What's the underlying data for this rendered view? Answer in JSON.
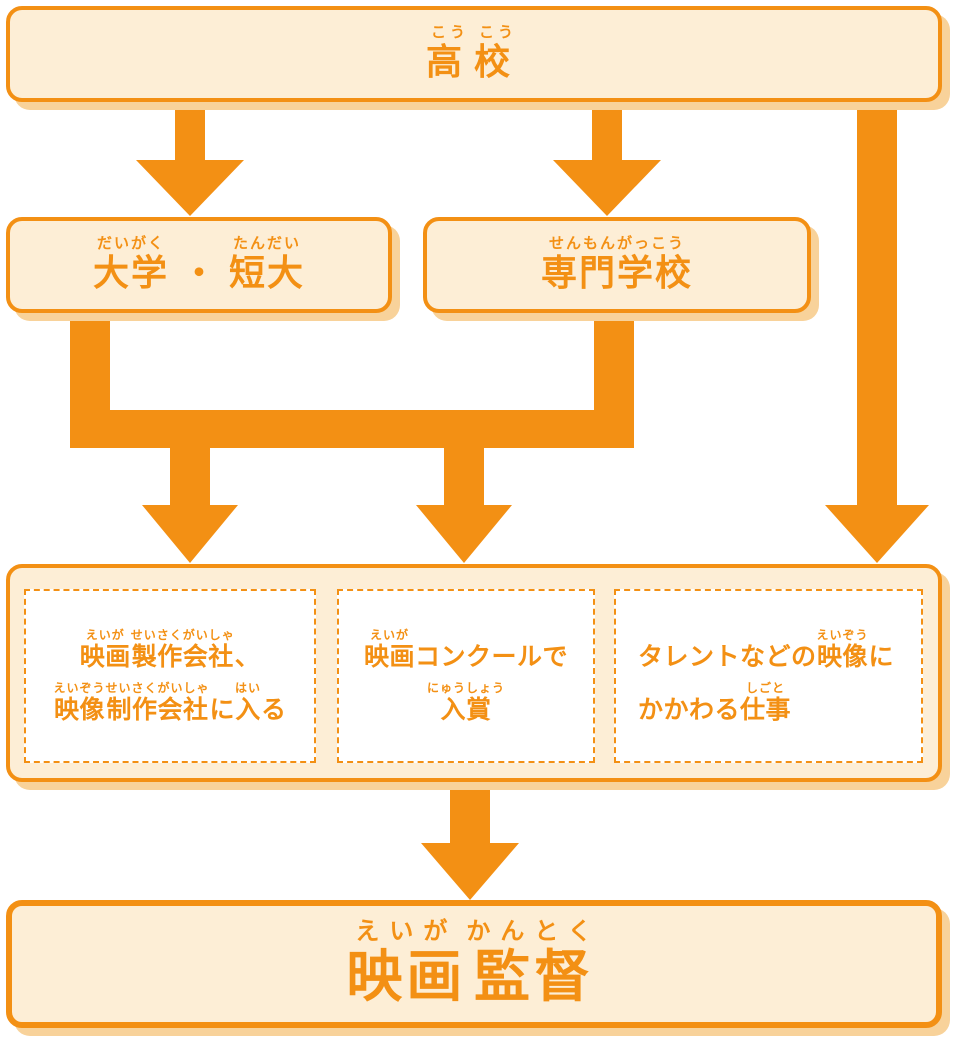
{
  "colors": {
    "accent": "#f39014",
    "box_fill": "#fdeed6",
    "shadow": "#f8d29a",
    "inner_fill": "#ffffff"
  },
  "nodes": {
    "high_school": [
      {
        "base": "高",
        "ruby": "こう"
      },
      {
        "base": "校",
        "ruby": "こう"
      }
    ],
    "university": [
      {
        "base": "大学",
        "ruby": "だいがく"
      },
      {
        "base": "・",
        "ruby": ""
      },
      {
        "base": "短大",
        "ruby": "たんだい"
      }
    ],
    "vocational": [
      {
        "base": "専門学校",
        "ruby": "せんもんがっこう"
      }
    ],
    "director": [
      {
        "base": "映画",
        "ruby": "えいが"
      },
      {
        "base": "監督",
        "ruby": "かんとく"
      }
    ]
  },
  "paths": [
    {
      "id": "company",
      "lines": [
        [
          {
            "base": "映画",
            "ruby": "えいが"
          },
          {
            "base": "製作会社",
            "ruby": "せいさくがいしゃ"
          },
          {
            "base": "、",
            "ruby": ""
          }
        ],
        [
          {
            "base": "映像",
            "ruby": "えいぞう"
          },
          {
            "base": "制作会社",
            "ruby": "せいさくがいしゃ"
          },
          {
            "base": "に",
            "ruby": ""
          },
          {
            "base": "入",
            "ruby": "はい"
          },
          {
            "base": "る",
            "ruby": ""
          }
        ]
      ]
    },
    {
      "id": "contest",
      "lines": [
        [
          {
            "base": "映画",
            "ruby": "えいが"
          },
          {
            "base": "コンクールで",
            "ruby": ""
          }
        ],
        [
          {
            "base": "入賞",
            "ruby": "にゅうしょう"
          }
        ]
      ]
    },
    {
      "id": "talent",
      "lines": [
        [
          {
            "base": "タレントなどの",
            "ruby": ""
          },
          {
            "base": "映像",
            "ruby": "えいぞう"
          },
          {
            "base": "に",
            "ruby": ""
          }
        ],
        [
          {
            "base": "かかわる",
            "ruby": ""
          },
          {
            "base": "仕事",
            "ruby": "しごと"
          }
        ]
      ]
    }
  ]
}
